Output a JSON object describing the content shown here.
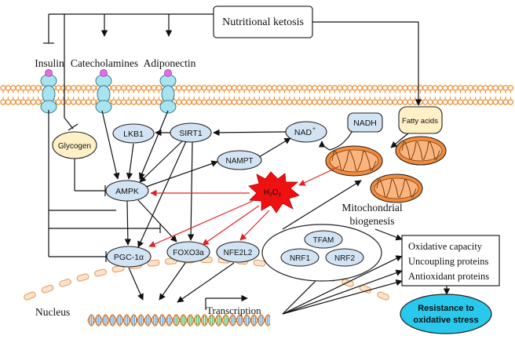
{
  "top": {
    "label": "Nutritional ketosis"
  },
  "hormones": [
    "Insulin",
    "Catecholamines",
    "Adiponectin"
  ],
  "proteins": {
    "lkb1": "LKB1",
    "sirt1": "SIRT1",
    "nad": "NAD",
    "nad_sup": "+",
    "nadh": "NADH",
    "fatty_acids": "Fatty acids",
    "glycogen": "Glycogen",
    "nampt": "NAMPT",
    "ampk": "AMPK",
    "h2o2": "H",
    "h2o2_sub1": "2",
    "h2o2_mid": "O",
    "h2o2_sub2": "2",
    "pgc": "PGC-1α",
    "foxo": "FOXO3a",
    "nfe": "NFE2L2",
    "tfam": "TFAM",
    "nrf1": "NRF1",
    "nrf2": "NRF2"
  },
  "labels": {
    "mito1": "Mitochondrial",
    "mito2": "biogenesis",
    "nucleus": "Nucleus",
    "transcription": "Transcription"
  },
  "outcomes": [
    "Oxidative capacity",
    "Uncoupling proteins",
    "Antioxidant proteins"
  ],
  "result": {
    "line1": "Resistance to",
    "line2": "oxidative stress"
  },
  "colors": {
    "membrane": "#f08a2a",
    "receptor_fill": "#a8e3f0",
    "receptor_knob": "#e070e0",
    "node_fill": "#d2e4f3",
    "glycogen_fill": "#fff0c6",
    "mito_fill": "#f48a3a",
    "h2o2_fill": "#ee1111",
    "red_arrow": "#e02020",
    "result_fill": "#28c9ec",
    "dna_blue": "#3c8bd0",
    "dna_green": "#22b04a"
  }
}
